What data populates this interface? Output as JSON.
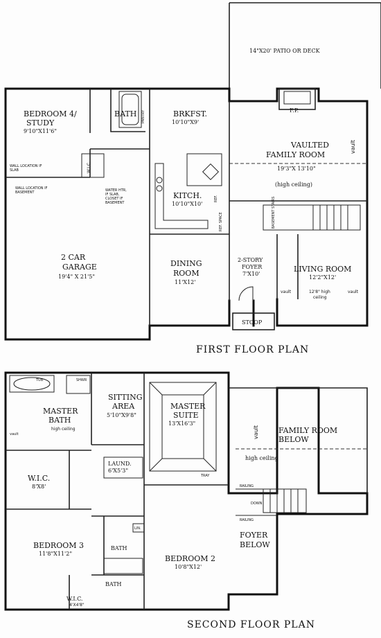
{
  "first_floor": {
    "title": "FIRST FLOOR PLAN",
    "patio": "14\"X20' PATIO OR DECK",
    "fireplace": "F.P.",
    "bedroom4": {
      "name1": "BEDROOM 4/",
      "name2": "STUDY",
      "dims": "9'10\"X11'6\""
    },
    "bath": "BATH",
    "pantry": "PANTRY",
    "wic": "W.I.C.",
    "wall_note1_a": "WALL LOCATION IF",
    "wall_note1_b": "SLAB",
    "wall_note2_a": "WALL LOCATION IF",
    "wall_note2_b": "BASEMENT",
    "water_note_a": "WATER HTR,",
    "water_note_b": "IF SLAB,",
    "water_note_c": "CLOSET IF",
    "water_note_d": "BASEMENT",
    "brkfst": {
      "name": "BRKFST.",
      "dims": "10'10\"X9'"
    },
    "family": {
      "name1": "VAULTED",
      "name2": "FAMILY ROOM",
      "dims": "19'3\"X 13'10\"",
      "note": "(high ceiling)"
    },
    "vault_label": "vault",
    "kitchen": {
      "name": "KITCH.",
      "dims": "10'10\"X10'"
    },
    "ref": "REF.",
    "ref_space": "REF. SPACE",
    "basement_stairs": "BASEMENT STAIRS",
    "garage": {
      "name1": "2 CAR",
      "name2": "GARAGE",
      "dims": "19'4\" X 21'5\""
    },
    "dining": {
      "name1": "DINING",
      "name2": "ROOM",
      "dims": "11'X12'"
    },
    "foyer": {
      "name1": "2-STORY",
      "name2": "FOYER",
      "dims": "7'X10'"
    },
    "living": {
      "name": "LIVING ROOM",
      "dims": "12'2\"X12'",
      "note1": "12'8\" high",
      "note2": "ceiling"
    },
    "stoop": "STOOP"
  },
  "second_floor": {
    "title": "SECOND FLOOR PLAN",
    "tub": "TUB",
    "shwr": "SHWR",
    "master_bath": {
      "name1": "MASTER",
      "name2": "BATH",
      "note": "high ceiling"
    },
    "vault_label": "vault",
    "sitting": {
      "name1": "SITTING",
      "name2": "AREA",
      "dims": "5'10\"X9'8\""
    },
    "master_suite": {
      "name1": "MASTER",
      "name2": "SUITE",
      "dims": "13'X16'3\""
    },
    "tray": "TRAY",
    "family_below": {
      "name1": "FAMILY ROOM",
      "name2": "BELOW",
      "note": "high ceiling"
    },
    "wic_master": {
      "name": "W.I.C.",
      "dims": "8'X8'"
    },
    "laund": {
      "name": "LAUND.",
      "dims": "6'X5'3\""
    },
    "linen": "LIN.",
    "railing": "RAILING",
    "down": "DOWN",
    "bedroom3": {
      "name": "BEDROOM 3",
      "dims": "11'8\"X11'2\""
    },
    "bath": "BATH",
    "bath2": "BATH",
    "bedroom2": {
      "name": "BEDROOM 2",
      "dims": "10'8\"X12'"
    },
    "foyer_below": {
      "name1": "FOYER",
      "name2": "BELOW"
    },
    "wic_small": {
      "name": "W.I.C.",
      "dims": "4'X4'8\""
    }
  }
}
